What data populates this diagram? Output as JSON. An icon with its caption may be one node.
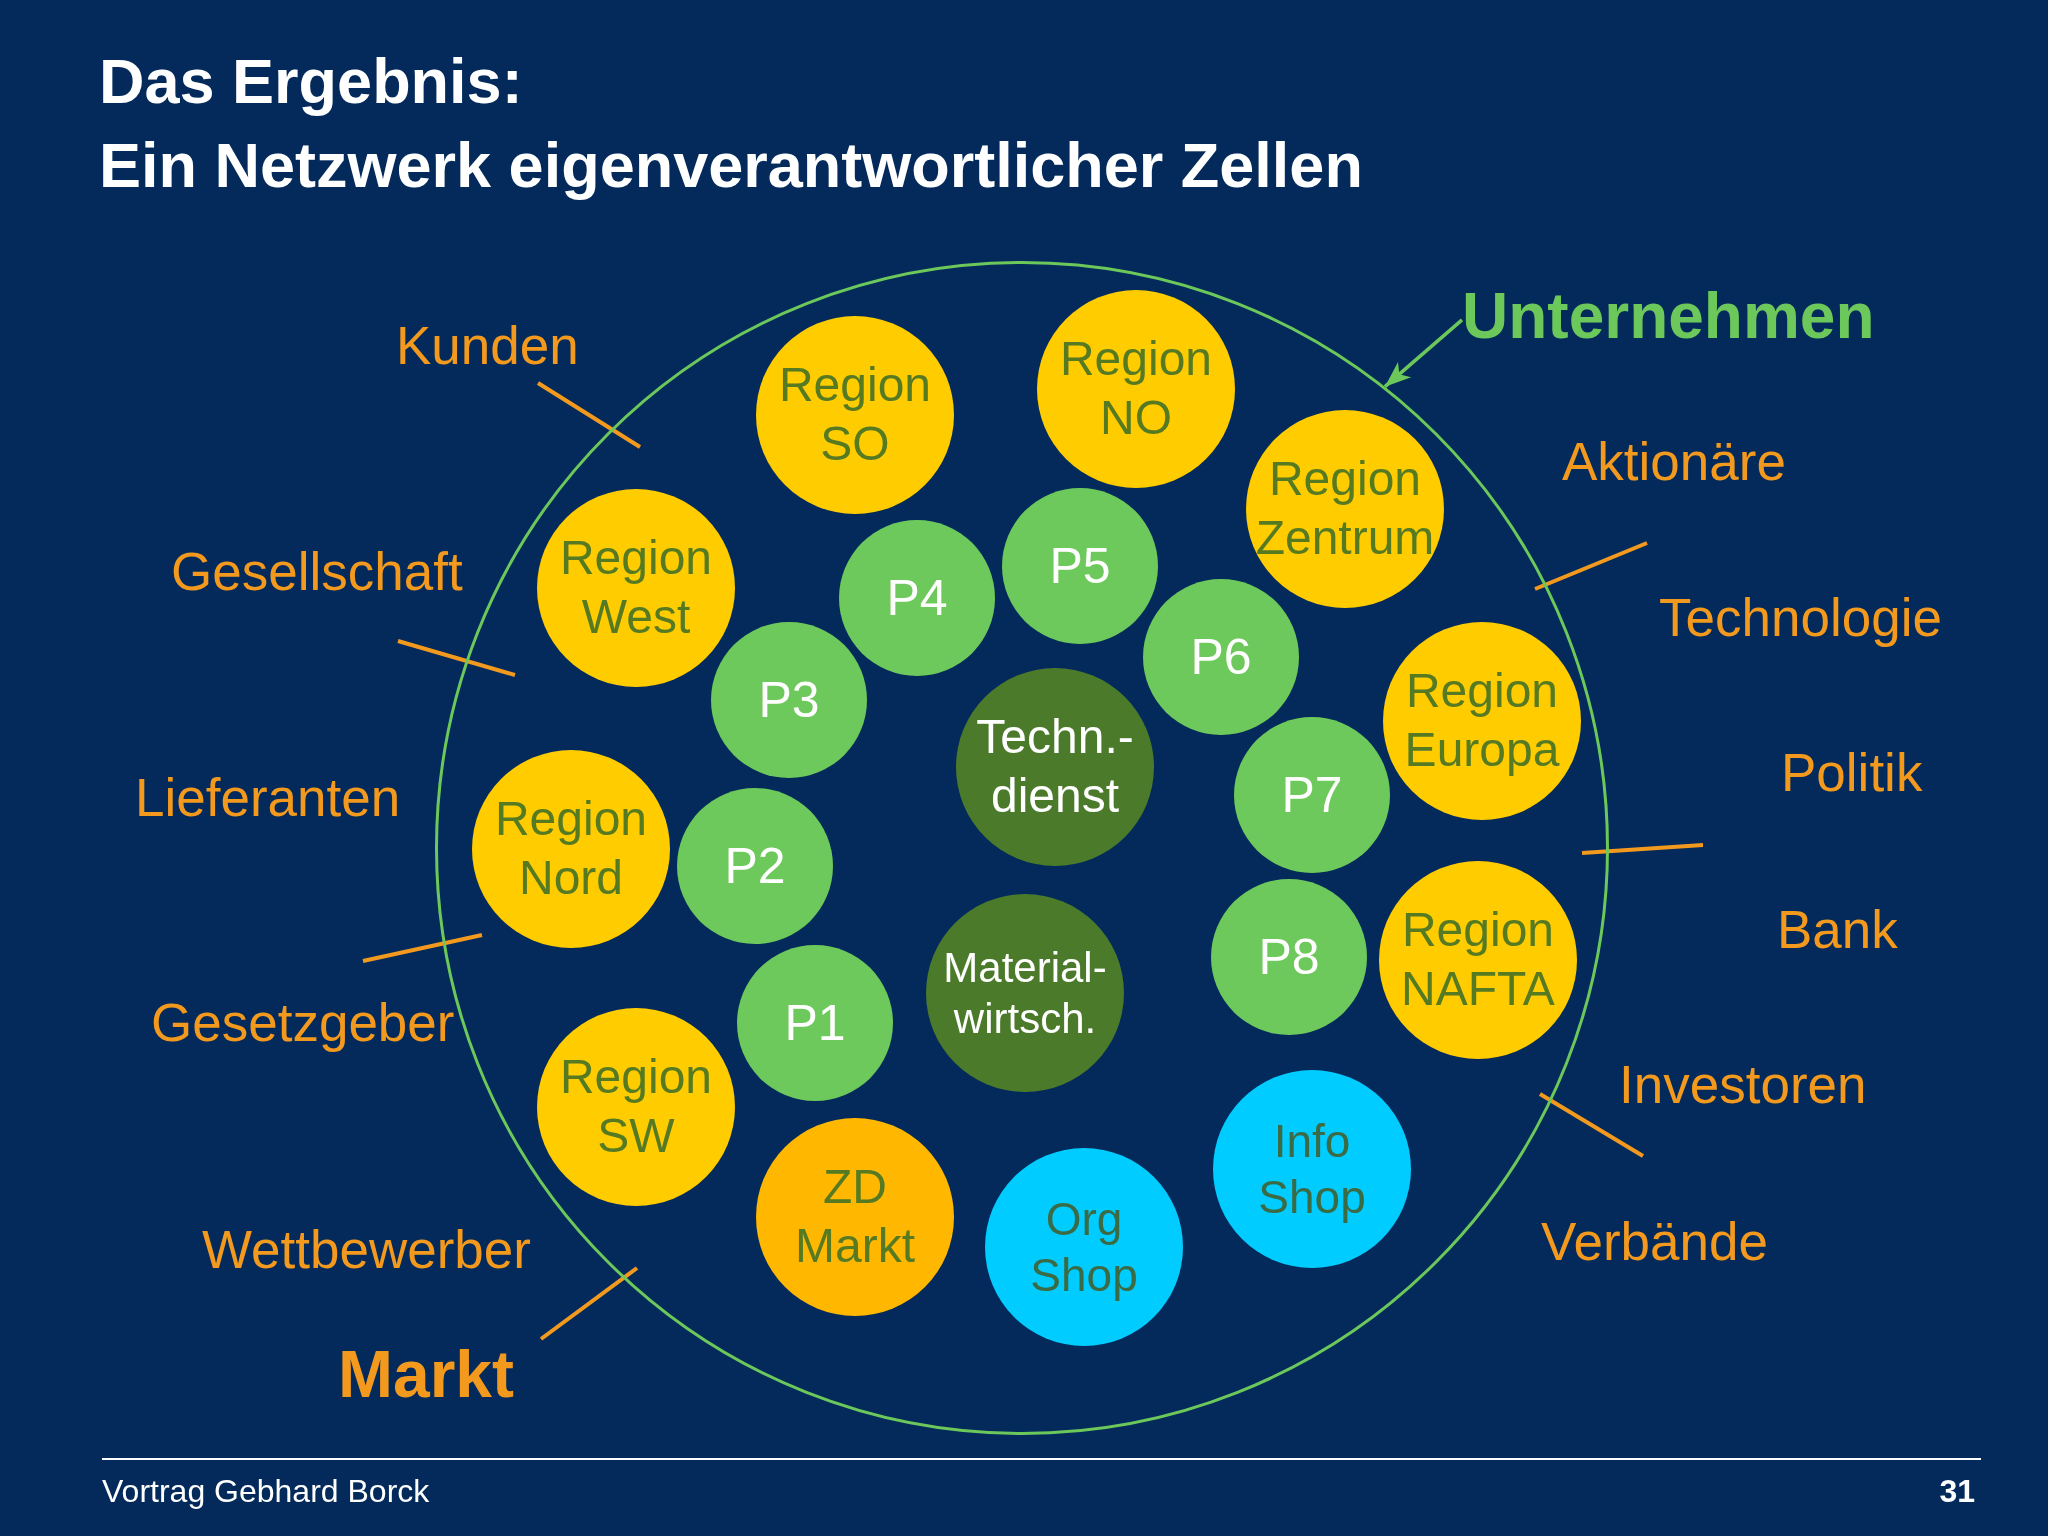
{
  "diagram": {
    "title": "Das Ergebnis: Ein Netzwerk eigenverantwortlicher Zellen",
    "nodes": [
      {
        "text": [],
        "shape": "circle"
      },
      {
        "text": [
          "Unternehmen"
        ]
      },
      {
        "text": [
          "Region SO"
        ],
        "in": 0
      },
      {
        "text": [
          "Region NO"
        ],
        "in": 0
      },
      {
        "text": [
          "Region West"
        ],
        "in": 0
      },
      {
        "text": [
          "P4"
        ],
        "in": 0
      },
      {
        "text": [
          "P5"
        ],
        "in": 0
      },
      {
        "text": [
          "Region Zentrum"
        ],
        "in": 0
      },
      {
        "text": [
          "P3"
        ],
        "in": 0
      },
      {
        "text": [
          "P6"
        ],
        "in": 0
      },
      {
        "text": [
          "Techn.- dienst"
        ],
        "in": 0
      },
      {
        "text": [
          "Region Europa"
        ],
        "in": 0
      },
      {
        "text": [
          "Region Nord"
        ],
        "in": 0
      },
      {
        "text": [
          "P2"
        ],
        "in": 0
      },
      {
        "text": [
          "P7"
        ],
        "in": 0
      },
      {
        "text": [
          "P8"
        ],
        "in": 0
      },
      {
        "text": [
          "Region NAFTA"
        ],
        "in": 0
      },
      {
        "text": [
          "P1"
        ],
        "in": 0
      },
      {
        "text": [
          "Material- wirtsch."
        ],
        "in": 0
      },
      {
        "text": [
          "Region SW"
        ],
        "in": 0
      },
      {
        "text": [
          "ZD Markt"
        ],
        "in": 0
      },
      {
        "text": [
          "Info Shop"
        ],
        "in": 0
      },
      {
        "text": [
          "Org Shop"
        ],
        "in": 0
      }
    ],
    "edges": [
      {
        "from": 1,
        "to": 0,
        "arrow": "to"
      }
    ],
    "labels": [
      "Kunden",
      "Aktionäre",
      "Gesellschaft",
      "Technologie",
      "Politik",
      "Lieferanten",
      "Bank",
      "Gesetzgeber",
      "Investoren",
      "Verbände",
      "Wettbewerber",
      "Markt",
      "Vortrag Gebhard Borck",
      "31"
    ]
  }
}
